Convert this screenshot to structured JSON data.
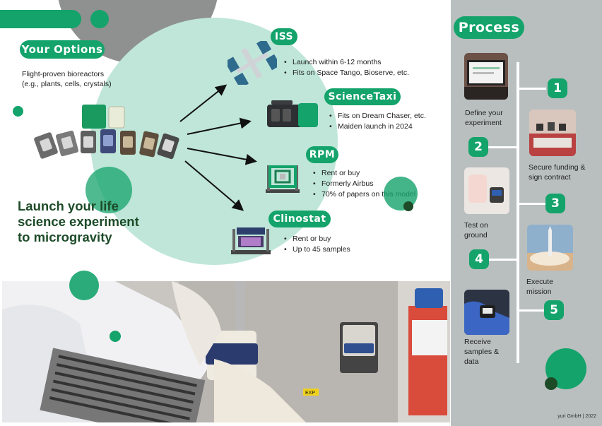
{
  "options": {
    "title": "Your Options",
    "description": "Flight-proven bioreactors\n(e.g., plants, cells, crystals)",
    "headline": "Launch your life science experiment to microgravity"
  },
  "platforms": [
    {
      "name": "ISS",
      "bullets": [
        "Launch within 6-12 months",
        "Fits on Space Tango, Bioserve, etc."
      ]
    },
    {
      "name": "ScienceTaxi",
      "bullets": [
        "Fits on Dream Chaser, etc.",
        "Maiden launch in 2024"
      ]
    },
    {
      "name": "RPM",
      "bullets": [
        "Rent or buy",
        "Formerly Airbus",
        "70% of papers on this model"
      ]
    },
    {
      "name": "Clinostat",
      "bullets": [
        "Rent or buy",
        "Up to 45 samples"
      ]
    }
  ],
  "process": {
    "title": "Process",
    "steps": [
      {
        "number": "1",
        "label": "Define your experiment"
      },
      {
        "number": "2",
        "label": "Secure funding & sign contract"
      },
      {
        "number": "3",
        "label": "Test on ground"
      },
      {
        "number": "4",
        "label": "Execute mission"
      },
      {
        "number": "5",
        "label": "Receive samples & data"
      }
    ]
  },
  "photo": {
    "label": "EXP"
  },
  "footer": "yuri GmbH | 2022",
  "colors": {
    "accent": "#14a36b",
    "mint": "#bfe6d9",
    "panel": "#b9bfbf",
    "dark": "#1d4b28",
    "grey": "#8a8a8a"
  }
}
